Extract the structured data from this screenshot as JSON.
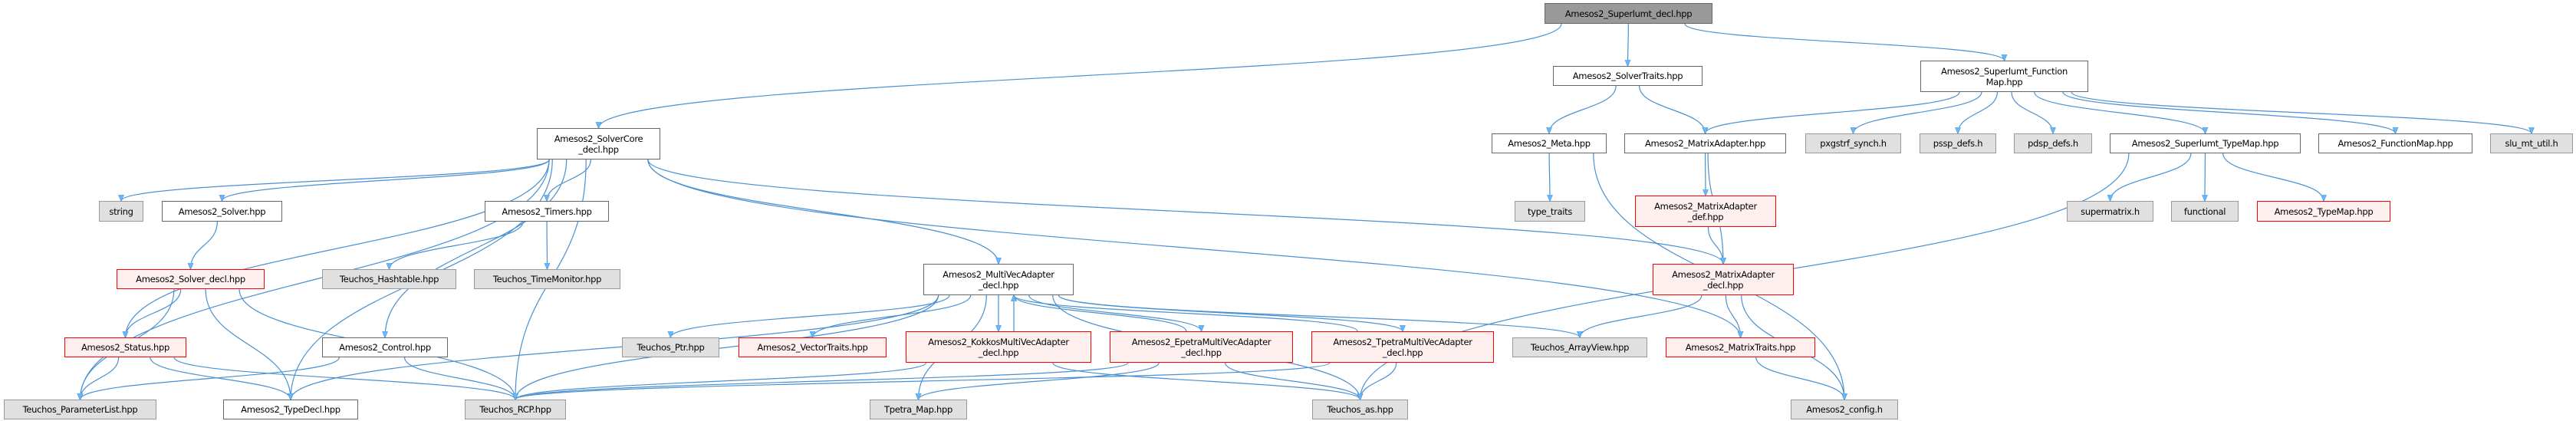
{
  "colors": {
    "edge": "#63b8ff",
    "edge_stroke": "#4a90d0",
    "red_border": "#ff0000",
    "gray_fill": "#e0e0e0",
    "root_fill": "#999999"
  },
  "nodes": [
    {
      "id": "root",
      "lines": [
        "Amesos2_Superlumt_decl.hpp"
      ],
      "style": "root"
    },
    {
      "id": "solvercore",
      "lines": [
        "Amesos2_SolverCore",
        "_decl.hpp"
      ],
      "style": "white"
    },
    {
      "id": "solvertraits",
      "lines": [
        "Amesos2_SolverTraits.hpp"
      ],
      "style": "white"
    },
    {
      "id": "slufuncmap",
      "lines": [
        "Amesos2_Superlumt_Function",
        "Map.hpp"
      ],
      "style": "white"
    },
    {
      "id": "string",
      "lines": [
        "string"
      ],
      "style": "gray"
    },
    {
      "id": "solver",
      "lines": [
        "Amesos2_Solver.hpp"
      ],
      "style": "white"
    },
    {
      "id": "timers",
      "lines": [
        "Amesos2_Timers.hpp"
      ],
      "style": "white"
    },
    {
      "id": "meta",
      "lines": [
        "Amesos2_Meta.hpp"
      ],
      "style": "white"
    },
    {
      "id": "matadapter",
      "lines": [
        "Amesos2_MatrixAdapter.hpp"
      ],
      "style": "white"
    },
    {
      "id": "pxgstrf",
      "lines": [
        "pxgstrf_synch.h"
      ],
      "style": "gray"
    },
    {
      "id": "pssp",
      "lines": [
        "pssp_defs.h"
      ],
      "style": "gray"
    },
    {
      "id": "pdsp",
      "lines": [
        "pdsp_defs.h"
      ],
      "style": "gray"
    },
    {
      "id": "slutypemap",
      "lines": [
        "Amesos2_Superlumt_TypeMap.hpp"
      ],
      "style": "white"
    },
    {
      "id": "funcmap",
      "lines": [
        "Amesos2_FunctionMap.hpp"
      ],
      "style": "white"
    },
    {
      "id": "slumtutil",
      "lines": [
        "slu_mt_util.h"
      ],
      "style": "gray"
    },
    {
      "id": "typetraits",
      "lines": [
        "type_traits"
      ],
      "style": "gray"
    },
    {
      "id": "matadapterdef",
      "lines": [
        "Amesos2_MatrixAdapter",
        "_def.hpp"
      ],
      "style": "red"
    },
    {
      "id": "supermatrix",
      "lines": [
        "supermatrix.h"
      ],
      "style": "gray"
    },
    {
      "id": "functional",
      "lines": [
        "functional"
      ],
      "style": "gray"
    },
    {
      "id": "typemap",
      "lines": [
        "Amesos2_TypeMap.hpp"
      ],
      "style": "red"
    },
    {
      "id": "solverdecl",
      "lines": [
        "Amesos2_Solver_decl.hpp"
      ],
      "style": "red"
    },
    {
      "id": "hashtable",
      "lines": [
        "Teuchos_Hashtable.hpp"
      ],
      "style": "gray"
    },
    {
      "id": "timemonitor",
      "lines": [
        "Teuchos_TimeMonitor.hpp"
      ],
      "style": "gray"
    },
    {
      "id": "multivec",
      "lines": [
        "Amesos2_MultiVecAdapter",
        "_decl.hpp"
      ],
      "style": "white"
    },
    {
      "id": "matadapterdecl",
      "lines": [
        "Amesos2_MatrixAdapter",
        "_decl.hpp"
      ],
      "style": "red"
    },
    {
      "id": "status",
      "lines": [
        "Amesos2_Status.hpp"
      ],
      "style": "red"
    },
    {
      "id": "control",
      "lines": [
        "Amesos2_Control.hpp"
      ],
      "style": "white"
    },
    {
      "id": "ptr",
      "lines": [
        "Teuchos_Ptr.hpp"
      ],
      "style": "gray"
    },
    {
      "id": "vectortraits",
      "lines": [
        "Amesos2_VectorTraits.hpp"
      ],
      "style": "red"
    },
    {
      "id": "kokkos",
      "lines": [
        "Amesos2_KokkosMultiVecAdapter",
        "_decl.hpp"
      ],
      "style": "red"
    },
    {
      "id": "epetra",
      "lines": [
        "Amesos2_EpetraMultiVecAdapter",
        "_decl.hpp"
      ],
      "style": "red"
    },
    {
      "id": "tpetra",
      "lines": [
        "Amesos2_TpetraMultiVecAdapter",
        "_decl.hpp"
      ],
      "style": "red"
    },
    {
      "id": "arrayview",
      "lines": [
        "Teuchos_ArrayView.hpp"
      ],
      "style": "gray"
    },
    {
      "id": "mattraits",
      "lines": [
        "Amesos2_MatrixTraits.hpp"
      ],
      "style": "red"
    },
    {
      "id": "paramlist",
      "lines": [
        "Teuchos_ParameterList.hpp"
      ],
      "style": "gray"
    },
    {
      "id": "typedecl",
      "lines": [
        "Amesos2_TypeDecl.hpp"
      ],
      "style": "white"
    },
    {
      "id": "rcp",
      "lines": [
        "Teuchos_RCP.hpp"
      ],
      "style": "gray"
    },
    {
      "id": "tpetramap",
      "lines": [
        "Tpetra_Map.hpp"
      ],
      "style": "gray"
    },
    {
      "id": "teuchosas",
      "lines": [
        "Teuchos_as.hpp"
      ],
      "style": "gray"
    },
    {
      "id": "config",
      "lines": [
        "Amesos2_config.h"
      ],
      "style": "gray"
    }
  ],
  "edges": [
    [
      "root",
      "solvercore"
    ],
    [
      "root",
      "solvertraits"
    ],
    [
      "root",
      "slufuncmap"
    ],
    [
      "solvertraits",
      "meta"
    ],
    [
      "solvertraits",
      "matadapter"
    ],
    [
      "meta",
      "typetraits"
    ],
    [
      "meta",
      "config"
    ],
    [
      "matadapter",
      "matadapterdef"
    ],
    [
      "matadapter",
      "matadapterdecl"
    ],
    [
      "matadapterdef",
      "matadapterdecl"
    ],
    [
      "matadapterdecl",
      "arrayview"
    ],
    [
      "matadapterdecl",
      "mattraits"
    ],
    [
      "matadapterdecl",
      "config"
    ],
    [
      "mattraits",
      "config"
    ],
    [
      "slufuncmap",
      "matadapter"
    ],
    [
      "slufuncmap",
      "pxgstrf"
    ],
    [
      "slufuncmap",
      "pssp"
    ],
    [
      "slufuncmap",
      "pdsp"
    ],
    [
      "slufuncmap",
      "slutypemap"
    ],
    [
      "slufuncmap",
      "funcmap"
    ],
    [
      "slufuncmap",
      "slumtutil"
    ],
    [
      "slutypemap",
      "supermatrix"
    ],
    [
      "slutypemap",
      "functional"
    ],
    [
      "slutypemap",
      "typemap"
    ],
    [
      "slutypemap",
      "teuchosas"
    ],
    [
      "solvercore",
      "paramlist"
    ],
    [
      "solvercore",
      "string"
    ],
    [
      "solvercore",
      "status"
    ],
    [
      "solvercore",
      "solver"
    ],
    [
      "solvercore",
      "typedecl"
    ],
    [
      "solvercore",
      "timers"
    ],
    [
      "solvercore",
      "rcp"
    ],
    [
      "solvercore",
      "control"
    ],
    [
      "solvercore",
      "multivec"
    ],
    [
      "solvercore",
      "matadapterdecl"
    ],
    [
      "solvercore",
      "mattraits"
    ],
    [
      "solver",
      "solverdecl"
    ],
    [
      "timers",
      "hashtable"
    ],
    [
      "timers",
      "timemonitor"
    ],
    [
      "solverdecl",
      "paramlist"
    ],
    [
      "solverdecl",
      "status"
    ],
    [
      "solverdecl",
      "typedecl"
    ],
    [
      "solverdecl",
      "rcp"
    ],
    [
      "status",
      "paramlist"
    ],
    [
      "status",
      "typedecl"
    ],
    [
      "status",
      "rcp"
    ],
    [
      "control",
      "paramlist"
    ],
    [
      "control",
      "rcp"
    ],
    [
      "multivec",
      "typedecl"
    ],
    [
      "multivec",
      "rcp"
    ],
    [
      "multivec",
      "ptr"
    ],
    [
      "multivec",
      "vectortraits"
    ],
    [
      "multivec",
      "kokkos"
    ],
    [
      "multivec",
      "epetra"
    ],
    [
      "multivec",
      "tpetra"
    ],
    [
      "multivec",
      "arrayview"
    ],
    [
      "multivec",
      "tpetramap"
    ],
    [
      "multivec",
      "teuchosas"
    ],
    [
      "kokkos",
      "multivec"
    ],
    [
      "kokkos",
      "rcp"
    ],
    [
      "kokkos",
      "teuchosas"
    ],
    [
      "epetra",
      "multivec"
    ],
    [
      "epetra",
      "rcp"
    ],
    [
      "epetra",
      "tpetramap"
    ],
    [
      "epetra",
      "teuchosas"
    ],
    [
      "tpetra",
      "multivec"
    ],
    [
      "tpetra",
      "rcp"
    ],
    [
      "tpetra",
      "teuchosas"
    ]
  ]
}
